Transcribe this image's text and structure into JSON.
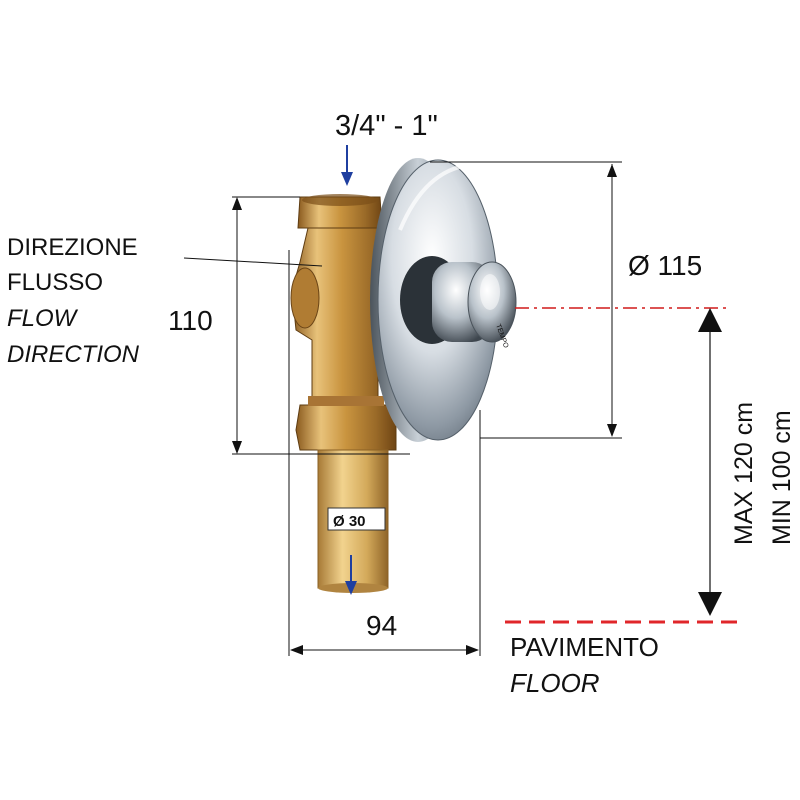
{
  "labels": {
    "inlet_size": "3/4\" - 1\"",
    "flow_direction_it_1": "DIREZIONE",
    "flow_direction_it_2": "FLUSSO",
    "flow_direction_en_1": "FLOW",
    "flow_direction_en_2": "DIRECTION",
    "height_dim": "110",
    "plate_diameter": "Ø 115",
    "outlet_diameter": "Ø 30",
    "width_dim": "94",
    "max_height": "MAX  120 cm",
    "min_height": "MIN  100 cm",
    "floor_it": "PAVIMENTO",
    "floor_en": "FLOOR",
    "brand_mark": "TEMPO"
  },
  "colors": {
    "flow_arrow": "#1f3fa0",
    "center_line": "#d11a1a",
    "floor_line": "#e0262a",
    "dimension_line": "#111111",
    "brass": "#c99a4a",
    "chrome": "#cfd6dd"
  }
}
